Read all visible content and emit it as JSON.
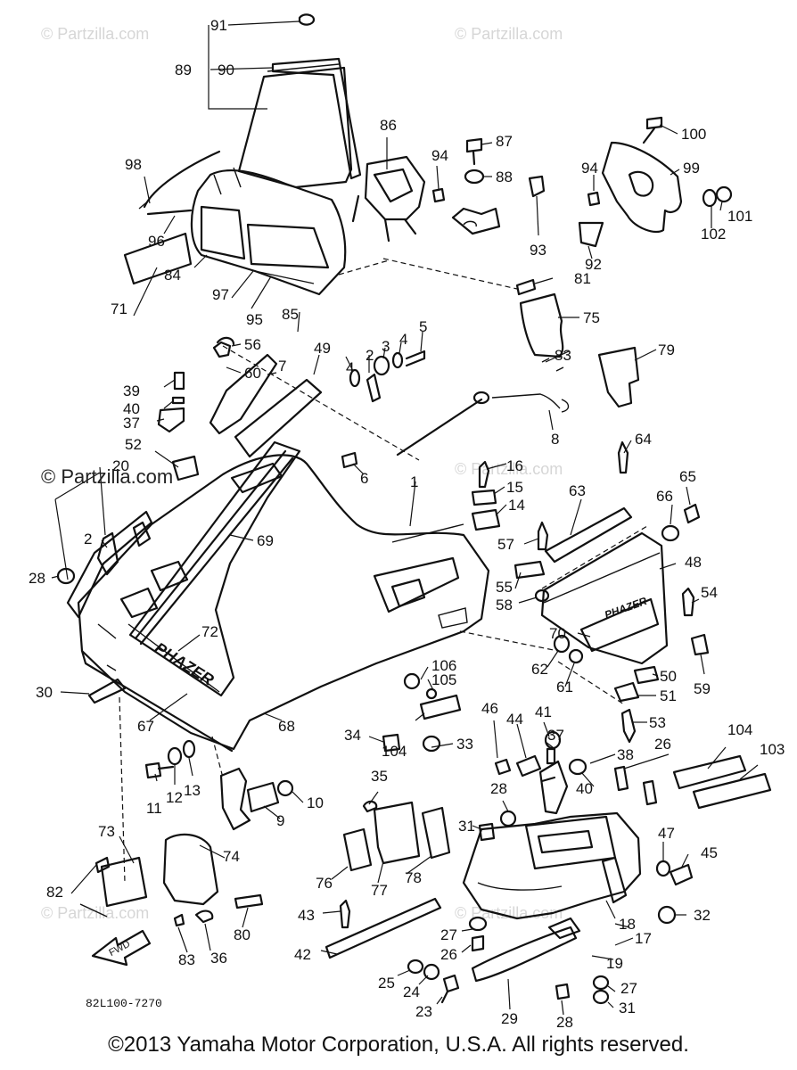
{
  "copyright": "©2013 Yamaha Motor Corporation, U.S.A. All rights reserved.",
  "watermark_text": "© Partzilla.com",
  "overlay_watermark": "© Partzilla.com",
  "diagram_code": "82L100-7270",
  "fwd_label": "FWD",
  "hood_logo": "PHAZER",
  "side_logo": "PHAZER",
  "callouts": [
    "91",
    "90",
    "89",
    "86",
    "87",
    "94",
    "88",
    "100",
    "99",
    "94",
    "101",
    "102",
    "93",
    "92",
    "98",
    "96",
    "84",
    "97",
    "95",
    "85",
    "81",
    "75",
    "79",
    "83",
    "71",
    "56",
    "60",
    "7",
    "49",
    "2",
    "3",
    "4",
    "5",
    "4",
    "39",
    "40",
    "37",
    "8",
    "52",
    "6",
    "64",
    "16",
    "15",
    "14",
    "20",
    "2",
    "1",
    "63",
    "66",
    "65",
    "57",
    "48",
    "28",
    "69",
    "55",
    "58",
    "54",
    "72",
    "70",
    "106",
    "105",
    "62",
    "61",
    "50",
    "59",
    "30",
    "51",
    "53",
    "67",
    "68",
    "34",
    "104",
    "33",
    "46",
    "44",
    "41",
    "37",
    "38",
    "26",
    "104",
    "103",
    "11",
    "12",
    "13",
    "10",
    "9",
    "35",
    "28",
    "40",
    "31",
    "47",
    "45",
    "73",
    "74",
    "76",
    "77",
    "78",
    "43",
    "18",
    "32",
    "82",
    "80",
    "83",
    "36",
    "42",
    "27",
    "26",
    "17",
    "19",
    "25",
    "24",
    "23",
    "29",
    "28",
    "27",
    "31"
  ],
  "colors": {
    "ink": "#111111",
    "watermark": "#d6d6d6",
    "background": "#ffffff"
  }
}
